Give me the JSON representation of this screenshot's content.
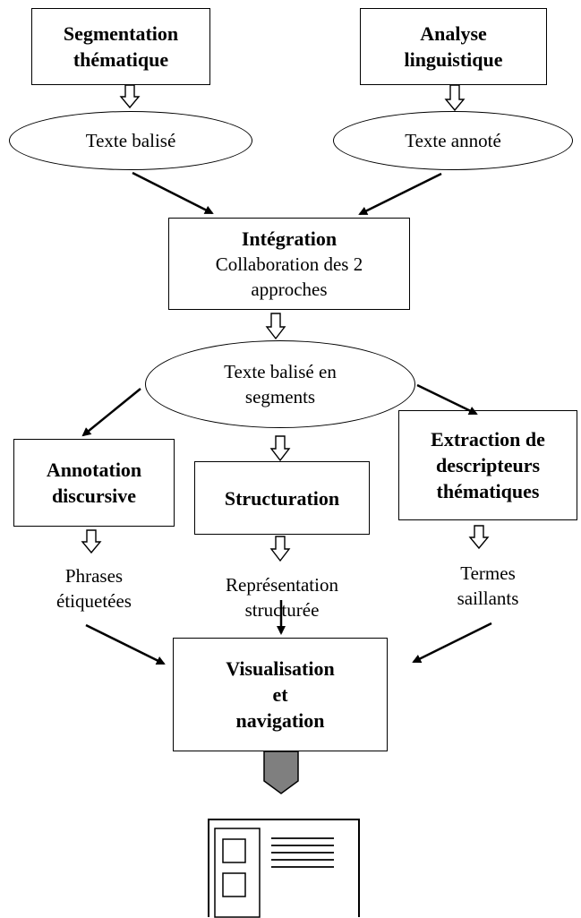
{
  "nodes": {
    "segmentation": {
      "line1": "Segmentation",
      "line2": "thématique"
    },
    "analyse": {
      "line1": "Analyse",
      "line2": "linguistique"
    },
    "texte_balise": {
      "label": "Texte balisé"
    },
    "texte_annote": {
      "label": "Texte annoté"
    },
    "integration": {
      "title": "Intégration",
      "line1": "Collaboration des 2",
      "line2": "approches"
    },
    "segments": {
      "line1": "Texte balisé en",
      "line2": "segments"
    },
    "annotation": {
      "line1": "Annotation",
      "line2": "discursive"
    },
    "structuration": {
      "label": "Structuration"
    },
    "extraction": {
      "line1": "Extraction de",
      "line2": "descripteurs",
      "line3": "thématiques"
    },
    "phrases": {
      "line1": "Phrases",
      "line2": "étiquetées"
    },
    "representation": {
      "line1": "Représentation",
      "line2": "structurée"
    },
    "termes": {
      "line1": "Termes",
      "line2": "saillants"
    },
    "visualisation": {
      "line1": "Visualisation",
      "line2": "et",
      "line3": "navigation"
    }
  }
}
